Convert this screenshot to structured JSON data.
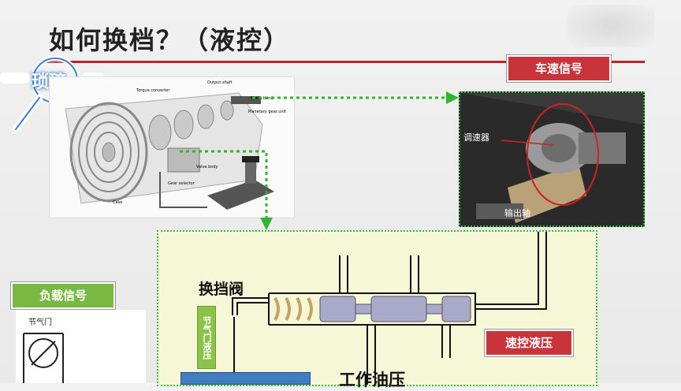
{
  "slide": {
    "title": "如何换档？（液控）"
  },
  "watermark": {
    "text": "琐碎"
  },
  "labels": {
    "speed_signal": "车速信号",
    "load_signal": "负载信号",
    "speed_pressure": "速控液压",
    "shift_valve": "换挡阀",
    "throttle_pressure": "节气门液压",
    "working_pressure": "工作油压",
    "governor": "调速器",
    "output_shaft": "输出轴",
    "throttle": "节气门"
  },
  "transmission_diagram": {
    "parts": [
      "Torque converter",
      "Output shaft",
      "Brake band",
      "Planetary gear unit",
      "Valve body",
      "Gear selector",
      "Case"
    ]
  },
  "colors": {
    "title_rule": "#c0212f",
    "red_label": "#c9343a",
    "green_label": "#79b843",
    "dotted_arrow": "#2fb52f",
    "panel": "#f6f7d6"
  }
}
